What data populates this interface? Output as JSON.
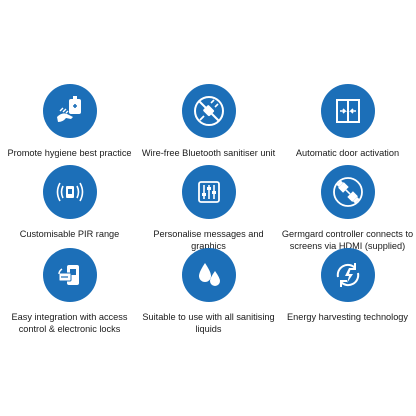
{
  "accent_color": "#1c6fb8",
  "features": [
    {
      "label": "Promote hygiene best practice",
      "icon": "hand-sanitiser-icon"
    },
    {
      "label": "Wire-free Bluetooth sanitiser unit",
      "icon": "no-plug-icon"
    },
    {
      "label": "Automatic door activation",
      "icon": "sliding-door-icon"
    },
    {
      "label": "Customisable PIR range",
      "icon": "sensor-waves-icon"
    },
    {
      "label": "Personalise messages and graphics",
      "icon": "sliders-icon"
    },
    {
      "label": "Germgard controller connects to screens via HDMI (supplied)",
      "icon": "hdmi-cable-icon"
    },
    {
      "label": "Easy integration with access control & electronic locks",
      "icon": "access-card-icon"
    },
    {
      "label": "Suitable to use with all sanitising liquids",
      "icon": "liquid-drops-icon"
    },
    {
      "label": "Energy harvesting technology",
      "icon": "energy-cycle-icon"
    }
  ]
}
